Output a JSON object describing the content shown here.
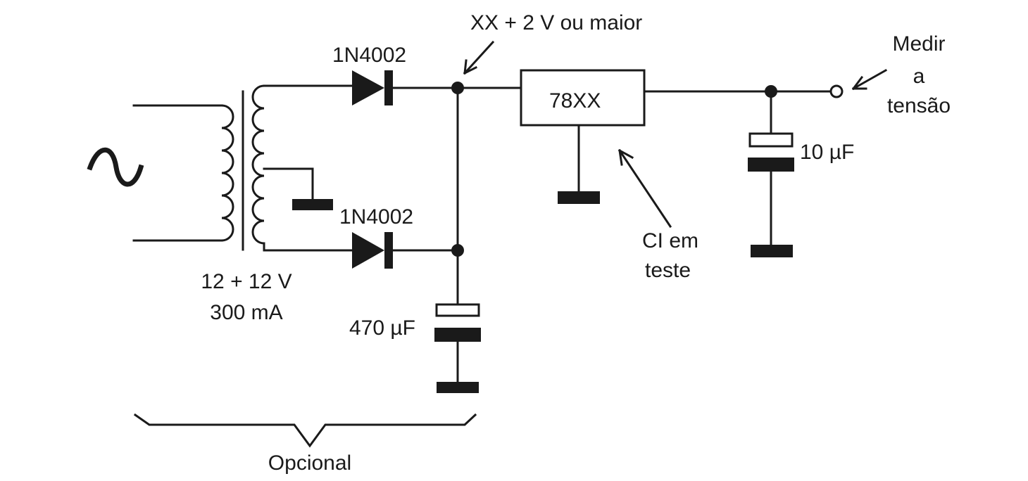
{
  "labels": {
    "voltage_note": "XX + 2 V ou maior",
    "diode_top": "1N4002",
    "diode_bottom": "1N4002",
    "regulator": "78XX",
    "measure_line1": "Medir",
    "measure_line2": "a",
    "measure_line3": "tensão",
    "cap_output": "10 µF",
    "ic_line1": "CI em",
    "ic_line2": "teste",
    "transformer_line1": "12 + 12 V",
    "transformer_line2": "300 mA",
    "cap_filter": "470 µF",
    "optional": "Opcional"
  },
  "colors": {
    "ink": "#1a1a1a",
    "background": "#ffffff"
  }
}
